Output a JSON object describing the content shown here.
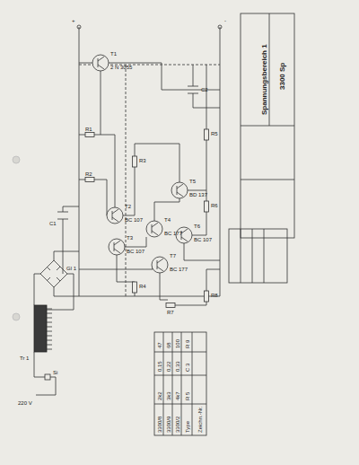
{
  "diagram": {
    "labels": [
      "3300 Sp",
      "Spannungsbereich 1",
      "Type",
      "R 5",
      "C 3",
      "R 9",
      "3300/8",
      "2k2",
      "0,15",
      "47",
      "3300/9",
      "3k3",
      "0,22",
      "68",
      "3300/2",
      "4k7",
      "0,33",
      "100",
      "Zeichn.-Nr.",
      "T1",
      "2 N 3055",
      "T2",
      "BC 107",
      "T3",
      "BC 107",
      "T4",
      "BC 177",
      "T5",
      "BD 137",
      "T6",
      "BC 107",
      "T7",
      "BC 177",
      "R1",
      "R2",
      "R3",
      "R4",
      "R5",
      "R6",
      "R7",
      "R8",
      "C1",
      "C2",
      "Gl 1",
      "Tr 1",
      "Si",
      "220 V",
      "+",
      "-"
    ]
  }
}
